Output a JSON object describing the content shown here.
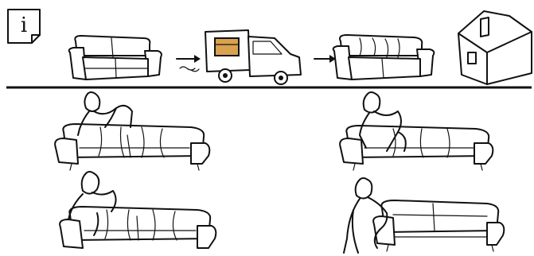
{
  "info_glyph": "i",
  "colors": {
    "ink": "#111111",
    "cargo": "#D9A24E",
    "background": "#FFFFFF"
  },
  "icons": [
    "info-icon",
    "sofa-icon",
    "arrow-right-icon",
    "delivery-truck-icon",
    "house-icon"
  ],
  "steps": [
    {
      "name": "unwrap-sofa"
    },
    {
      "name": "fit-cover-left"
    },
    {
      "name": "tuck-cover-sides"
    },
    {
      "name": "secure-cover-underside"
    }
  ]
}
